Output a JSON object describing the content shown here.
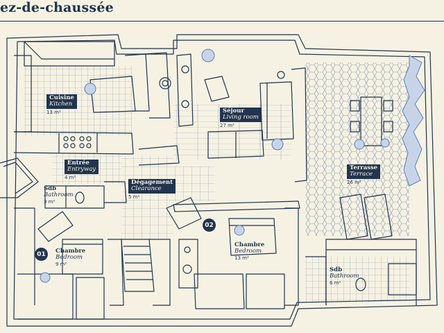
{
  "header": {
    "title": "ez-de-chaussée"
  },
  "colors": {
    "ink": "#1f3350",
    "paper": "#f6f2e3",
    "tile": "#cfd6dc",
    "plant": "#5a7fb6"
  },
  "rooms": [
    {
      "id": "cuisine",
      "fr": "Cuisine",
      "en": "Kitchen",
      "area": "13 m²",
      "tagged": true
    },
    {
      "id": "sejour",
      "fr": "Séjour",
      "en": "Living room",
      "area": "27 m²",
      "tagged": true
    },
    {
      "id": "terrasse",
      "fr": "Terrasse",
      "en": "Terrace",
      "area": "26 m²",
      "tagged": true
    },
    {
      "id": "entree",
      "fr": "Entrée",
      "en": "Entryway",
      "area": "4 m²",
      "tagged": true
    },
    {
      "id": "degagement",
      "fr": "Dégagement",
      "en": "Clearance",
      "area": "5 m²",
      "tagged": true
    },
    {
      "id": "sdb1",
      "fr": "Sdb",
      "en": "Bathroom",
      "area": "3 m²",
      "tagged": false
    },
    {
      "id": "chambre1",
      "fr": "Chambre",
      "en": "Bedroom",
      "area": "9 m²",
      "tagged": false
    },
    {
      "id": "chambre2",
      "fr": "Chambre",
      "en": "Bedroom",
      "area": "13 m²",
      "tagged": false
    },
    {
      "id": "sdb2",
      "fr": "Sdb",
      "en": "Bathroom",
      "area": "6 m²",
      "tagged": false
    }
  ],
  "markers": [
    "01",
    "02"
  ]
}
